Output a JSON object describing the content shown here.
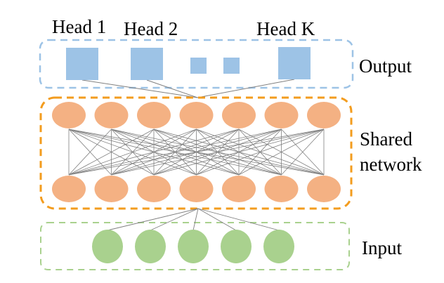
{
  "title": "Multi-head neural network architecture",
  "colors": {
    "output": "#9dc3e6",
    "output_box": "#9dc3e6",
    "shared_node": "#f4b183",
    "shared_box": "#f39c1e",
    "input_node": "#a9d18e",
    "input_box": "#a9d18e",
    "edge": "#7f7f7f"
  },
  "output": {
    "label": "Output",
    "heads": [
      {
        "label": "Head 1",
        "kind": "head"
      },
      {
        "label": "Head 2",
        "kind": "head"
      },
      {
        "label": "",
        "kind": "ellipsis"
      },
      {
        "label": "",
        "kind": "ellipsis"
      },
      {
        "label": "Head K",
        "kind": "head"
      }
    ]
  },
  "shared": {
    "label_line1": "Shared",
    "label_line2": "network",
    "top_layer_nodes": 7,
    "bottom_layer_nodes": 7,
    "fully_connected": true
  },
  "input": {
    "label": "Input",
    "nodes": 5
  }
}
